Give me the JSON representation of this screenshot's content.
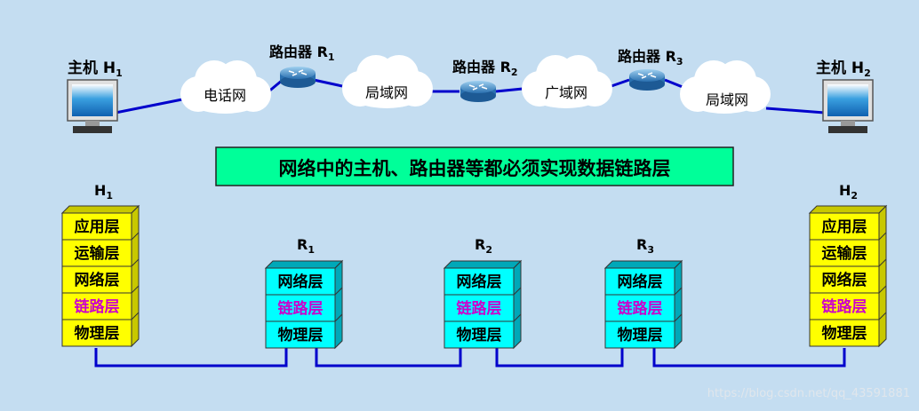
{
  "topology": {
    "host1_label": "主机 H",
    "host1_sub": "1",
    "host2_label": "主机 H",
    "host2_sub": "2",
    "router1_label": "路由器 R",
    "router1_sub": "1",
    "router2_label": "路由器 R",
    "router2_sub": "2",
    "router3_label": "路由器 R",
    "router3_sub": "3",
    "clouds": [
      "电话网",
      "局域网",
      "广域网",
      "局域网"
    ]
  },
  "banner": "网络中的主机、路由器等都必须实现数据链路层",
  "stacks": {
    "h1_title": "H",
    "h1_sub": "1",
    "h2_title": "H",
    "h2_sub": "2",
    "r1_title": "R",
    "r1_sub": "1",
    "r2_title": "R",
    "r2_sub": "2",
    "r3_title": "R",
    "r3_sub": "3",
    "host_layers": [
      "应用层",
      "运输层",
      "网络层",
      "链路层",
      "物理层"
    ],
    "router_layers": [
      "网络层",
      "链路层",
      "物理层"
    ]
  },
  "colors": {
    "host_layer_fill": "#ffff00",
    "router_layer_fill": "#00ffff",
    "link_layer_text": "#cc00cc",
    "link_line": "#0000cc",
    "banner_fill": "#00ff99"
  },
  "watermark": "https://blog.csdn.net/qq_43591881"
}
